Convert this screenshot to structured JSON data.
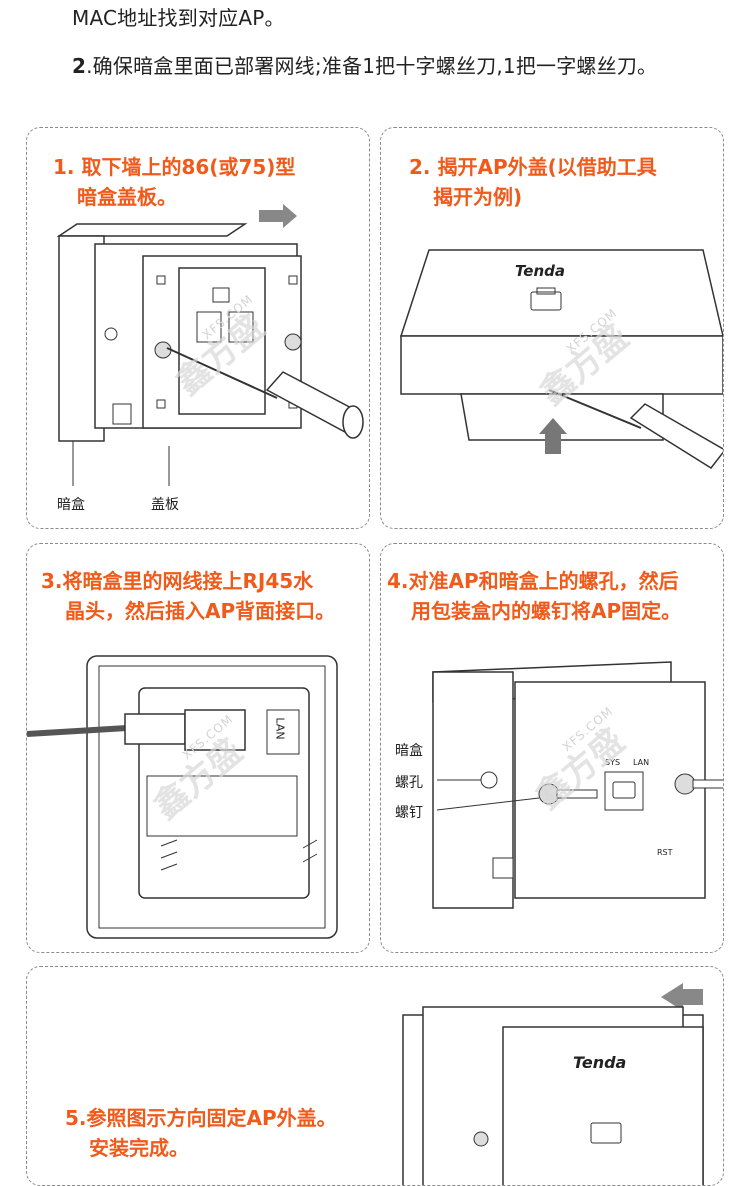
{
  "intro": {
    "line1": "MAC地址找到对应AP。",
    "line2_num": "2",
    "line2_text": ".确保暗盒里面已部署网线;准备1把十字螺丝刀,1把一字螺丝刀。"
  },
  "steps": [
    {
      "line1": "1. 取下墙上的86(或75)型",
      "line2": "暗盒盖板。",
      "labels": {
        "box": "暗盒",
        "cover": "盖板"
      }
    },
    {
      "line1": "2. 揭开AP外盖(以借助工具",
      "line2": "揭开为例)",
      "brand": "Tenda"
    },
    {
      "line1": "3.将暗盒里的网线接上RJ45水",
      "line2": "晶头，然后插入AP背面接口。",
      "port": "LAN"
    },
    {
      "line1": "4.对准AP和暗盒上的螺孔，然后",
      "line2": "用包装盒内的螺钉将AP固定。",
      "labels": {
        "box": "暗盒",
        "hole": "螺孔",
        "screw": "螺钉"
      },
      "device": {
        "sys": "SYS",
        "lan": "LAN",
        "rst": "RST"
      }
    },
    {
      "line1": "5.参照图示方向固定AP外盖。",
      "line2": "安装完成。",
      "brand": "Tenda"
    }
  ],
  "watermark": {
    "text": "鑫方盛",
    "site": "XFS.COM"
  },
  "colors": {
    "accent": "#f05a1a",
    "line": "#333333",
    "dash": "#8a8a8a"
  }
}
